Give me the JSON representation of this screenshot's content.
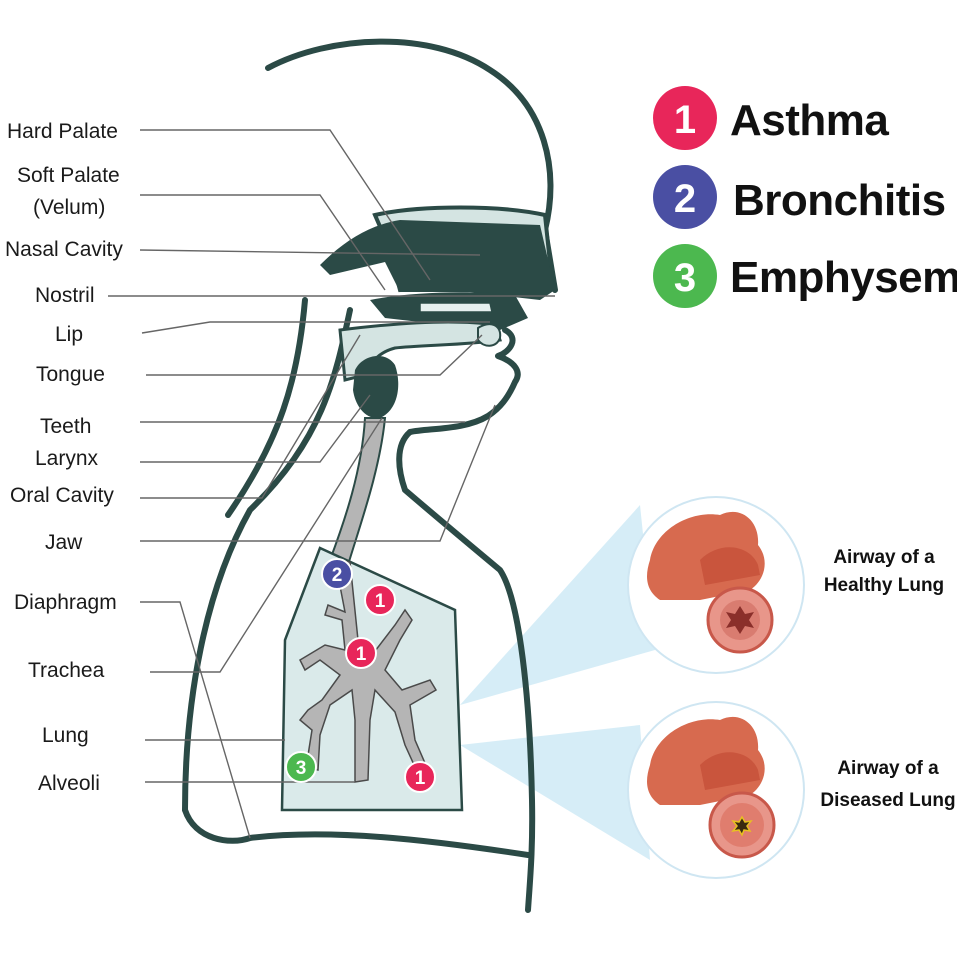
{
  "labels": {
    "hard_palate": "Hard Palate",
    "soft_palate_1": "Soft Palate",
    "soft_palate_2": "(Velum)",
    "nasal_cavity": "Nasal Cavity",
    "nostril": "Nostril",
    "lip": "Lip",
    "tongue": "Tongue",
    "teeth": "Teeth",
    "larynx": "Larynx",
    "oral_cavity": "Oral Cavity",
    "jaw": "Jaw",
    "diaphragm": "Diaphragm",
    "trachea": "Trachea",
    "lung": "Lung",
    "alveoli": "Alveoli"
  },
  "legend": [
    {
      "num": "1",
      "label": "Asthma",
      "color": "#e8265a"
    },
    {
      "num": "2",
      "label": "Bronchitis",
      "color": "#4a4fa3"
    },
    {
      "num": "3",
      "label": "Emphysema",
      "color": "#4cb84f"
    }
  ],
  "markers": {
    "m1": "1",
    "m2": "1",
    "m3": "1",
    "m4": "2",
    "m5": "3"
  },
  "captions": {
    "healthy_1": "Airway of a",
    "healthy_2": "Healthy Lung",
    "diseased_1": "Airway of a",
    "diseased_2": "Diseased Lung"
  },
  "colors": {
    "outline": "#2b4a46",
    "fill_light": "#d4e4e2",
    "airway_gray": "#b5b5b5",
    "lung_fill": "#daeaea",
    "beam": "#cfeaf6",
    "tissue": "#d76a4f"
  }
}
